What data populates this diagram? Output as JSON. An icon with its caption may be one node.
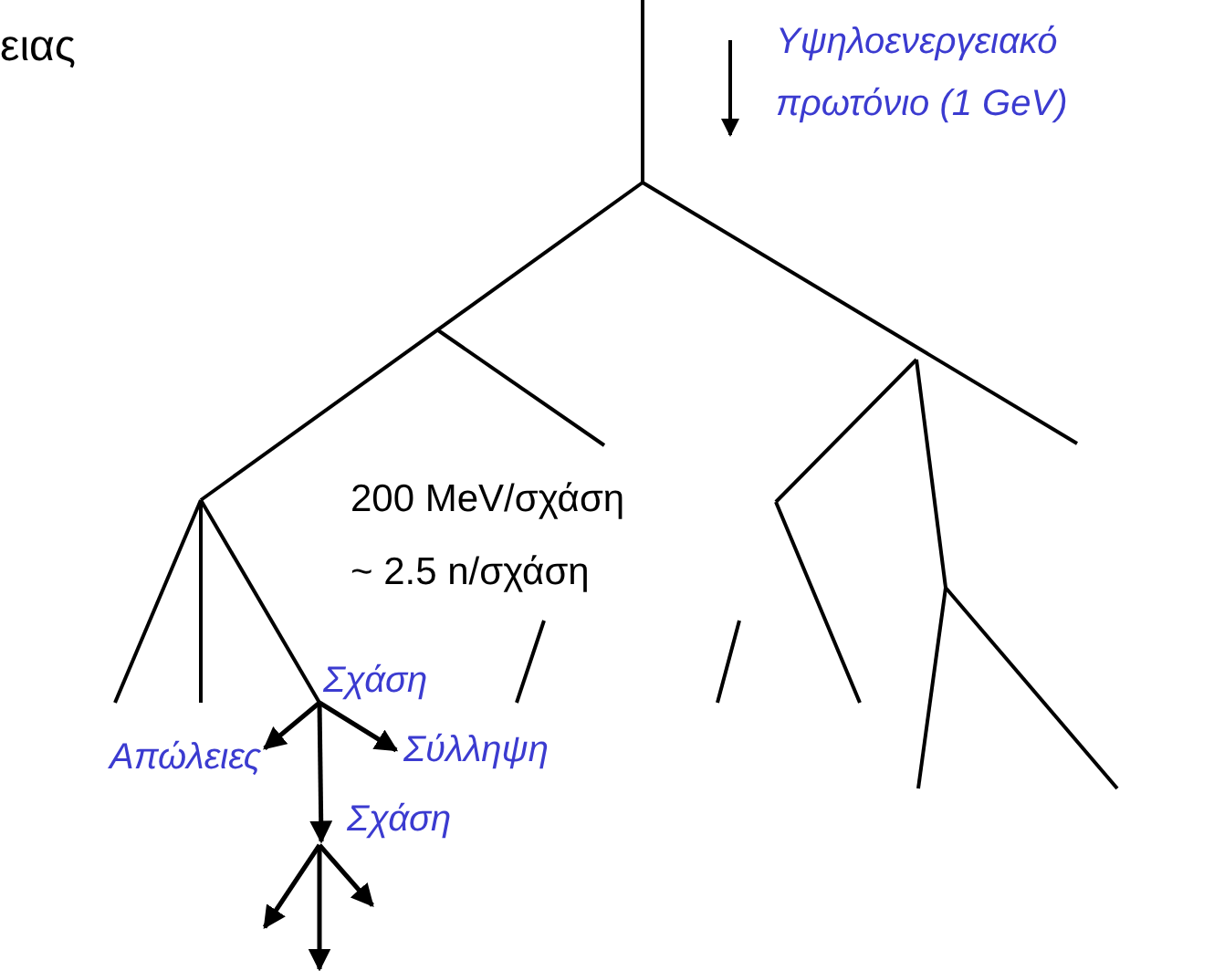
{
  "diagram": {
    "nodes": [
      {
        "text": [
          "Σχάση"
        ]
      },
      {
        "text": [
          "Απώλειες"
        ]
      },
      {
        "text": [
          "Σύλληψη"
        ]
      },
      {
        "text": [
          "Σχάση"
        ]
      }
    ],
    "edges": [
      {
        "from": 0,
        "to": 1,
        "arrow": "to"
      },
      {
        "from": 0,
        "to": 2,
        "arrow": "to"
      },
      {
        "from": 0,
        "to": 3,
        "arrow": "to"
      },
      {
        "from": 3,
        "to": null,
        "arrow": "to"
      },
      {
        "from": 3,
        "to": null,
        "arrow": "to"
      },
      {
        "from": 3,
        "to": null,
        "arrow": "to"
      }
    ],
    "labels": [
      "ειας",
      "Υψηλοενεργειακό πρωτόνιο (1 GeV)",
      "200 MeV/σχάση",
      "~ 2.5 n/σχάση"
    ]
  }
}
